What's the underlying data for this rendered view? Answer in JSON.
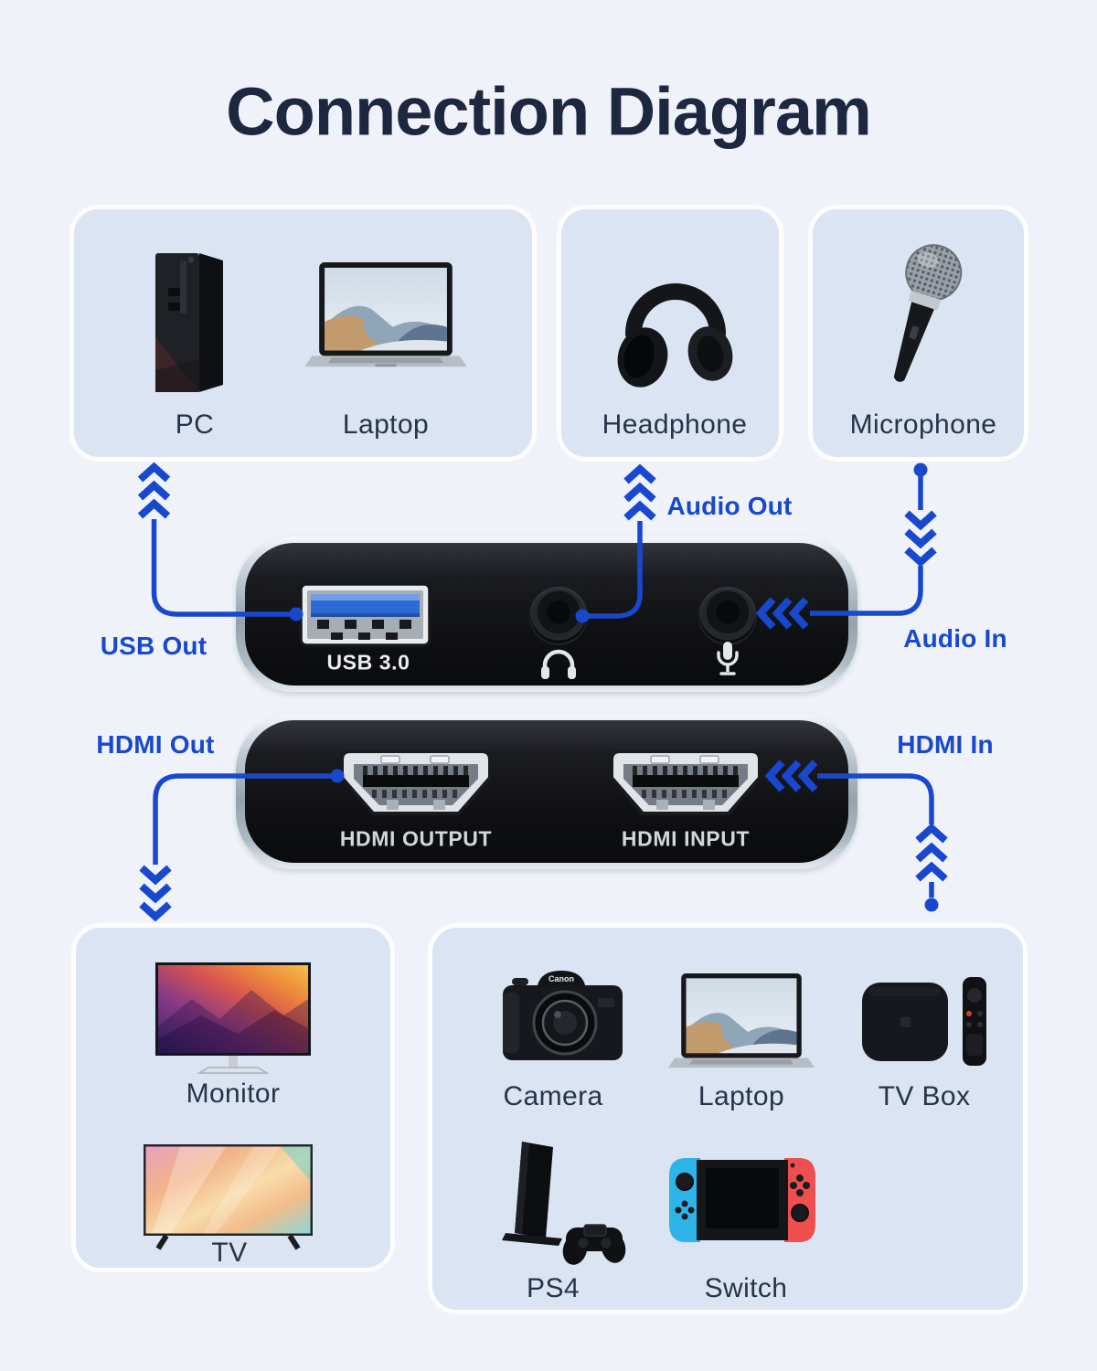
{
  "title": "Connection Diagram",
  "colors": {
    "background": "#eff2f8",
    "panel_fill": "#dae4f2",
    "accent_blue": "#1848cd",
    "title_navy": "#1d2840",
    "device_label_gray": "#d3d6db"
  },
  "top_panels": {
    "computers": {
      "items": [
        {
          "label": "PC"
        },
        {
          "label": "Laptop"
        }
      ]
    },
    "headphone": {
      "label": "Headphone"
    },
    "microphone": {
      "label": "Microphone"
    }
  },
  "capture_card": {
    "usb_port_label": "USB 3.0",
    "hdmi_output_label": "HDMI OUTPUT",
    "hdmi_input_label": "HDMI INPUT"
  },
  "connection_labels": {
    "usb_out": "USB Out",
    "audio_out": "Audio Out",
    "audio_in": "Audio In",
    "hdmi_out": "HDMI Out",
    "hdmi_in": "HDMI In"
  },
  "bottom_panels": {
    "displays": {
      "items": [
        {
          "label": "Monitor"
        },
        {
          "label": "TV"
        }
      ]
    },
    "sources": {
      "items": [
        {
          "label": "Camera"
        },
        {
          "label": "Laptop"
        },
        {
          "label": "TV Box"
        },
        {
          "label": "PS4"
        },
        {
          "label": "Switch"
        }
      ]
    }
  },
  "camera_brand": "Canon"
}
